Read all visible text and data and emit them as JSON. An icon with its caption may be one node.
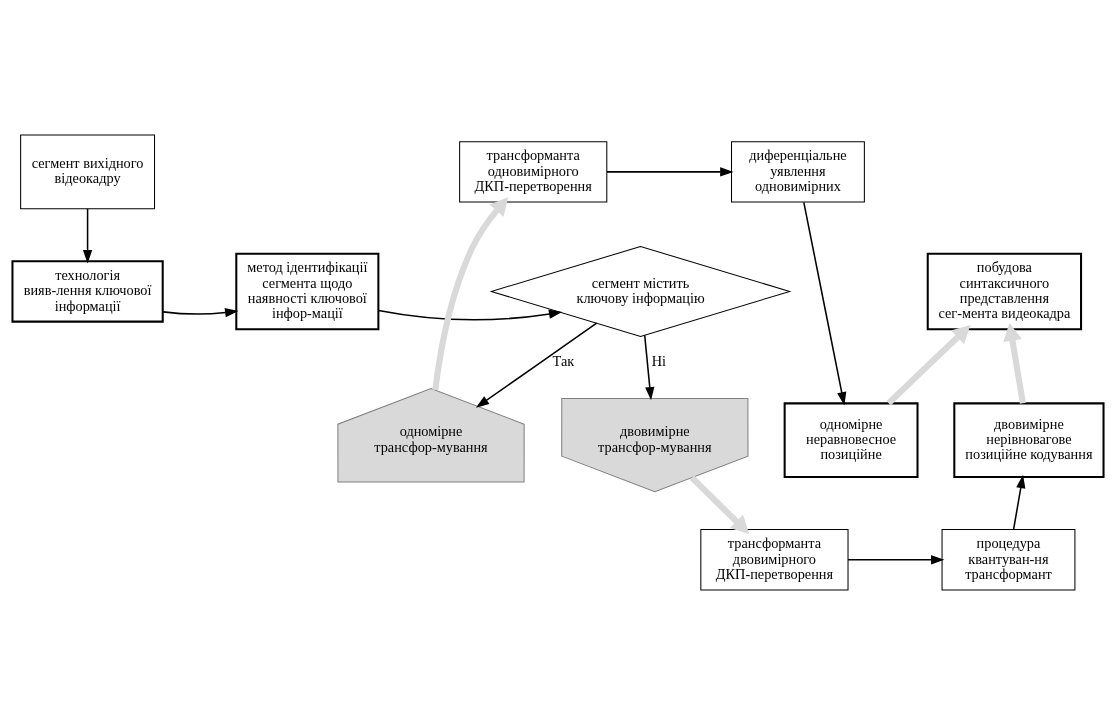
{
  "diagram": {
    "nodes": [
      {
        "text": [
          "сегмент вихідного відеокадру"
        ]
      },
      {
        "text": [
          "технологія вияв-лення ключової інформації"
        ]
      },
      {
        "text": [
          "метод ідентифікації сегмента щодо наявності ключової інфор-мації"
        ]
      },
      {
        "text": [
          "сегмент містить ключову інформацію"
        ]
      },
      {
        "text": [
          "одномірне трансфор-мування"
        ]
      },
      {
        "text": [
          "трансформанта одновимірного ДКП-перетворення"
        ]
      },
      {
        "text": [
          "диференціальне уявлення одновимірних"
        ]
      },
      {
        "text": [
          "одномірне неравновесное позиційне"
        ]
      },
      {
        "text": [
          "побудова синтаксичного представлення сег-мента видеокадра"
        ]
      },
      {
        "text": [
          "двовимірне трансфор-мування"
        ]
      },
      {
        "text": [
          "трансформанта двовимірного ДКП-перетворення"
        ]
      },
      {
        "text": [
          "процедура квантуван-ня трансформант"
        ]
      },
      {
        "text": [
          "двовимірне нерівновагове позиційне кодування"
        ]
      }
    ],
    "edges": [
      {
        "from": 0,
        "to": 1,
        "arrow": "to"
      },
      {
        "from": 1,
        "to": 2,
        "arrow": "to"
      },
      {
        "from": 2,
        "to": 3,
        "arrow": "to"
      },
      {
        "from": 3,
        "to": 4,
        "arrow": "to",
        "label": "Так"
      },
      {
        "from": 4,
        "to": 5,
        "arrow": "to",
        "style": "thick",
        "color": "#d9d9d9"
      },
      {
        "from": 5,
        "to": 6,
        "arrow": "to"
      },
      {
        "from": 6,
        "to": 7,
        "arrow": "to"
      },
      {
        "from": 7,
        "to": 8,
        "arrow": "to",
        "style": "thick",
        "color": "#d9d9d9"
      },
      {
        "from": 3,
        "to": 9,
        "arrow": "to",
        "label": "Ні"
      },
      {
        "from": 9,
        "to": 10,
        "arrow": "to",
        "style": "thick",
        "color": "#d9d9d9"
      },
      {
        "from": 10,
        "to": 11,
        "arrow": "to"
      },
      {
        "from": 11,
        "to": 12,
        "arrow": "to"
      },
      {
        "from": 12,
        "to": 8,
        "arrow": "to",
        "style": "thick",
        "color": "#d9d9d9"
      }
    ]
  }
}
